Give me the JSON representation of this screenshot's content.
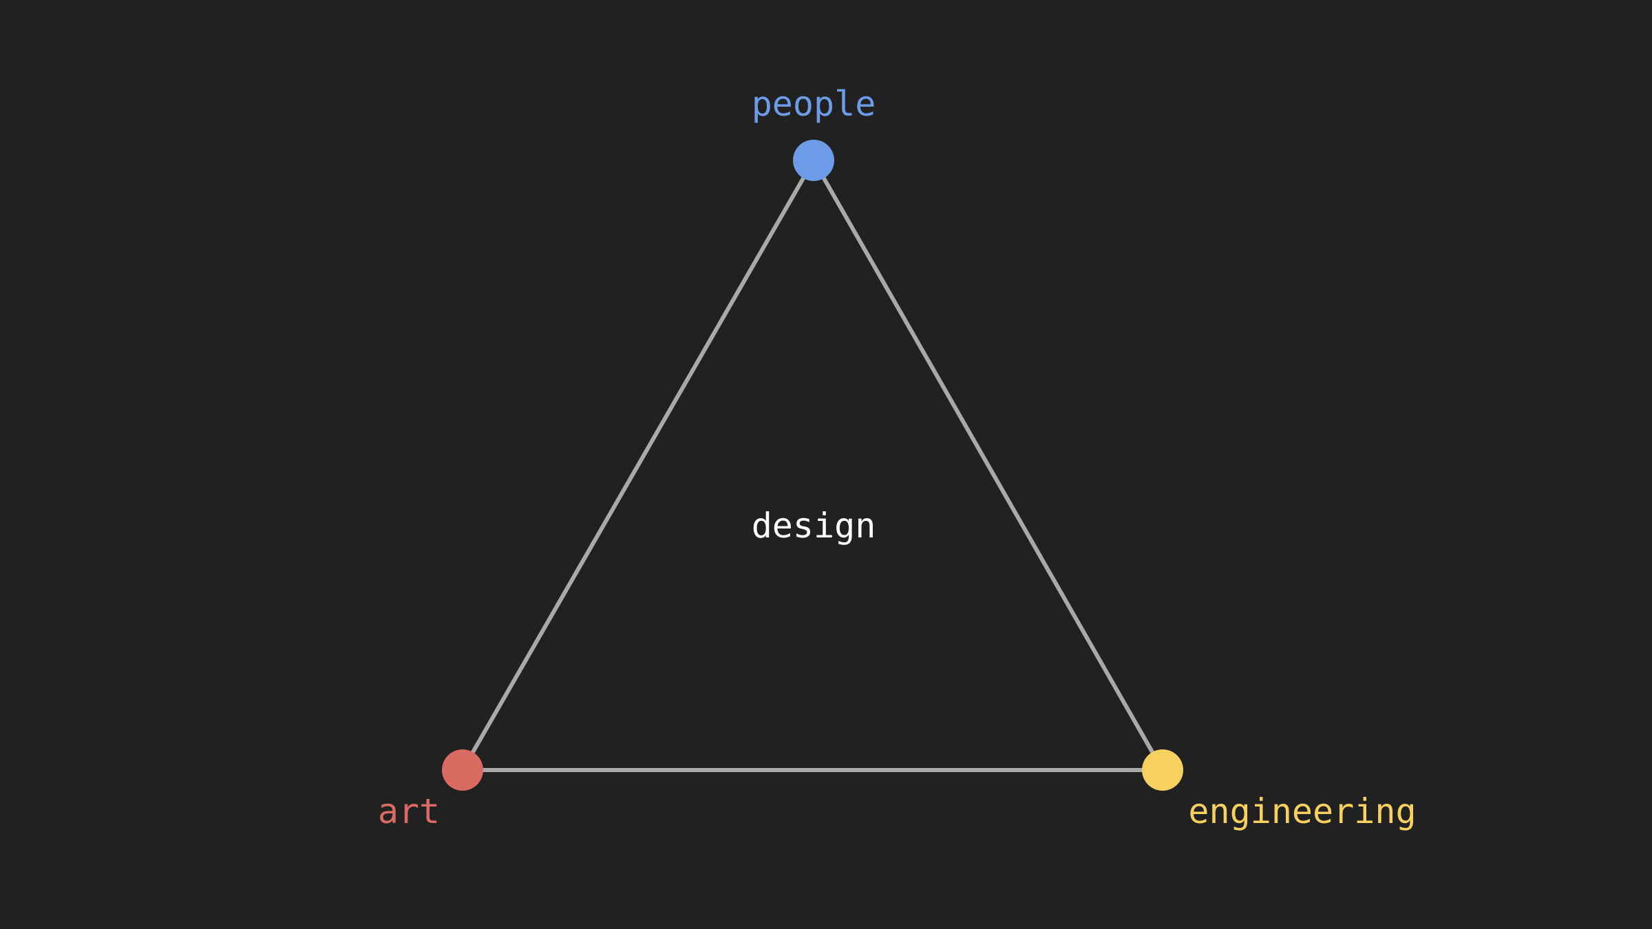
{
  "diagram": {
    "center_label": "design",
    "center_color": "#ffffff",
    "edge_color": "#a9a9a9",
    "background": "#212121",
    "nodes": {
      "people": {
        "label": "people",
        "color": "#6c9be8"
      },
      "art": {
        "label": "art",
        "color": "#d96b63"
      },
      "engineering": {
        "label": "engineering",
        "color": "#f8d060"
      }
    }
  }
}
